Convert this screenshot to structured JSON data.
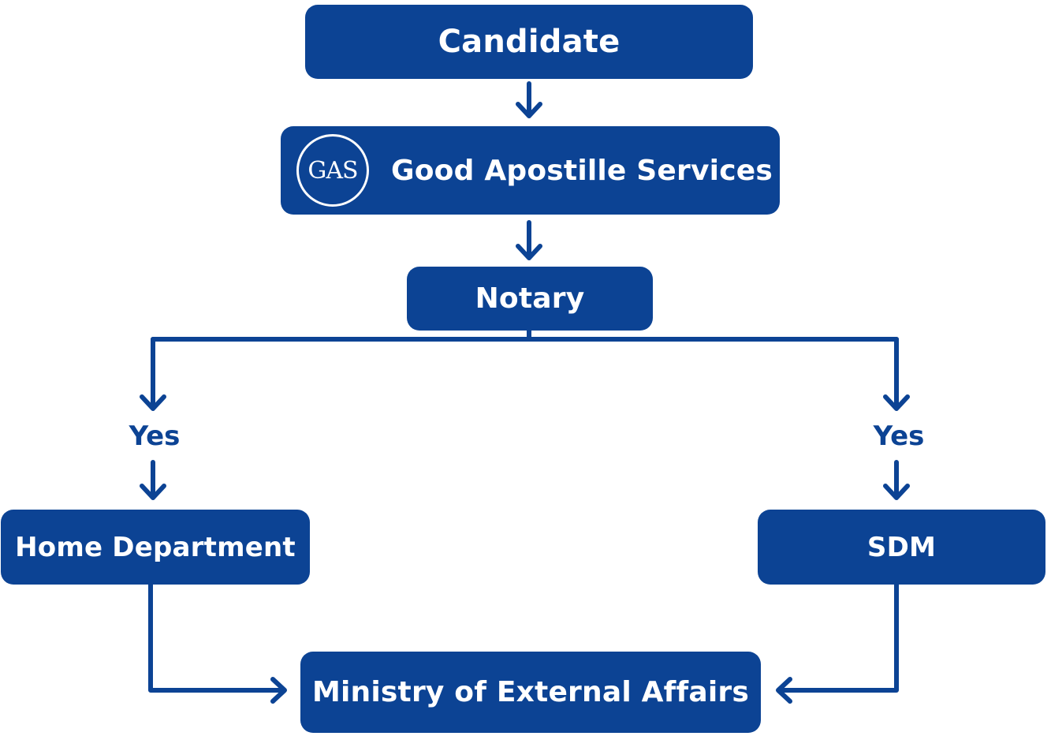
{
  "colors": {
    "primary": "#0c4394",
    "text_on_primary": "#ffffff",
    "background": "#ffffff"
  },
  "nodes": {
    "candidate": "Candidate",
    "gas_logo": "GAS",
    "gas": "Good Apostille Services",
    "notary": "Notary",
    "home_department": "Home Department",
    "sdm": "SDM",
    "mea": "Ministry of External Affairs"
  },
  "labels": {
    "yes_left": "Yes",
    "yes_right": "Yes"
  },
  "icons": {
    "arrow": "chevron-arrow-icon",
    "logo": "gas-logo-icon"
  }
}
